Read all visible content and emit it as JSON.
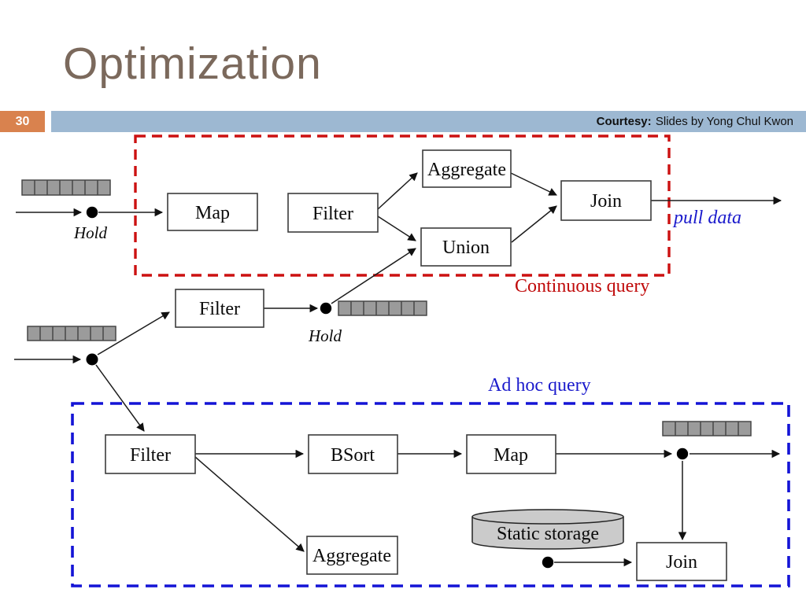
{
  "slide": {
    "title": "Optimization",
    "page_number": "30",
    "courtesy": {
      "label": "Courtesy:",
      "text": "Slides by Yong Chul Kwon"
    }
  },
  "colors": {
    "title_text": "#7b695c",
    "slide_number_bg": "#d9824e",
    "header_bar_bg": "#9db8d2",
    "continuous_query_border": "#cc1111",
    "ad_hoc_query_border": "#1414d6",
    "continuous_query_text": "#c00a0a",
    "ad_hoc_query_text": "#1a1acc",
    "pull_data_text": "#1a1acc",
    "stream_buffer_fill": "#9b9b9b"
  },
  "diagram": {
    "continuous_query_label": "Continuous query",
    "ad_hoc_query_label": "Ad hoc query",
    "pull_data_label": "pull data",
    "hold_label_1": "Hold",
    "hold_label_2": "Hold",
    "nodes": {
      "map1": "Map",
      "filter1": "Filter",
      "aggregate1": "Aggregate",
      "union1": "Union",
      "join1": "Join",
      "filter2": "Filter",
      "filter3": "Filter",
      "bsort": "BSort",
      "map2": "Map",
      "aggregate2": "Aggregate",
      "join2": "Join",
      "static_storage": "Static storage"
    }
  }
}
